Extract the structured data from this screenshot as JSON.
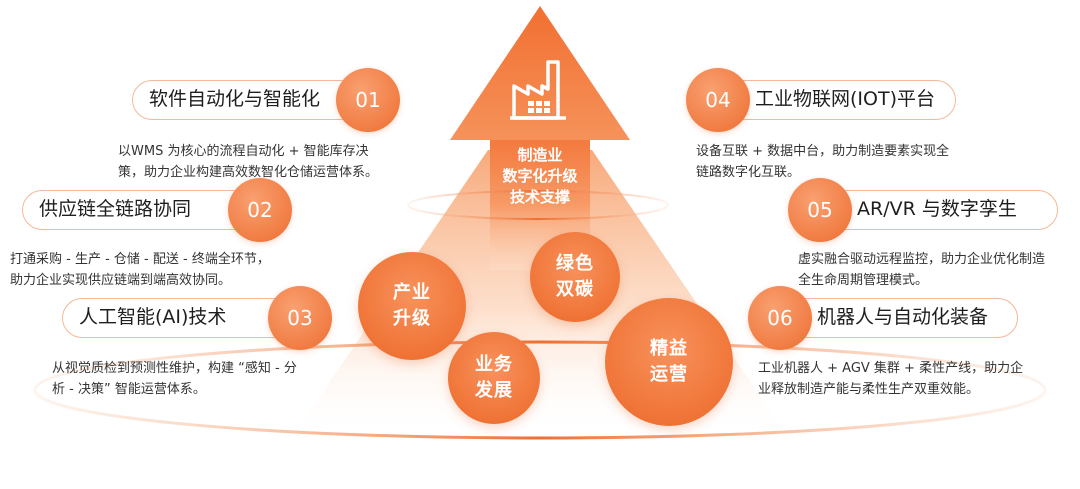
{
  "center": {
    "icon": "factory-icon",
    "title_line1": "制造业",
    "title_line2": "数字化升级",
    "title_line3": "技术支撑"
  },
  "items": [
    {
      "num": "01",
      "title": "软件自动化与智能化",
      "desc1": "以WMS 为核心的流程自动化 + 智能库存决",
      "desc2": "策，助力企业构建高效数智化仓储运营体系。"
    },
    {
      "num": "02",
      "title": "供应链全链路协同",
      "desc1": "打通采购 - 生产 - 仓储 - 配送 - 终端全环节，",
      "desc2": "助力企业实现供应链端到端高效协同。"
    },
    {
      "num": "03",
      "title": "人工智能(AI)技术",
      "desc1": "从视觉质检到预测性维护，构建 “感知 - 分",
      "desc2": "析 - 决策” 智能运营体系。"
    },
    {
      "num": "04",
      "title": "工业物联网(IOT)平台",
      "desc1": "设备互联 + 数据中台，助力制造要素实现全",
      "desc2": "链路数字化互联。"
    },
    {
      "num": "05",
      "title": "AR/VR 与数字孪生",
      "desc1": "虚实融合驱动远程监控，助力企业优化制造",
      "desc2": "全生命周期管理模式。"
    },
    {
      "num": "06",
      "title": "机器人与自动化装备",
      "desc1": "工业机器人 + AGV 集群 + 柔性产线，助力企",
      "desc2": "业释放制造产能与柔性生产双重效能。"
    }
  ],
  "bubbles": {
    "industry": [
      "产业",
      "升级"
    ],
    "green": [
      "绿色",
      "双碳"
    ],
    "business": [
      "业务",
      "发展"
    ],
    "lean": [
      "精益",
      "运营"
    ]
  },
  "colors": {
    "accent": "#f07a40",
    "accent_dark": "#ea6529",
    "pill_border": "#f4b899",
    "arrow_light": "#fde3d2"
  }
}
